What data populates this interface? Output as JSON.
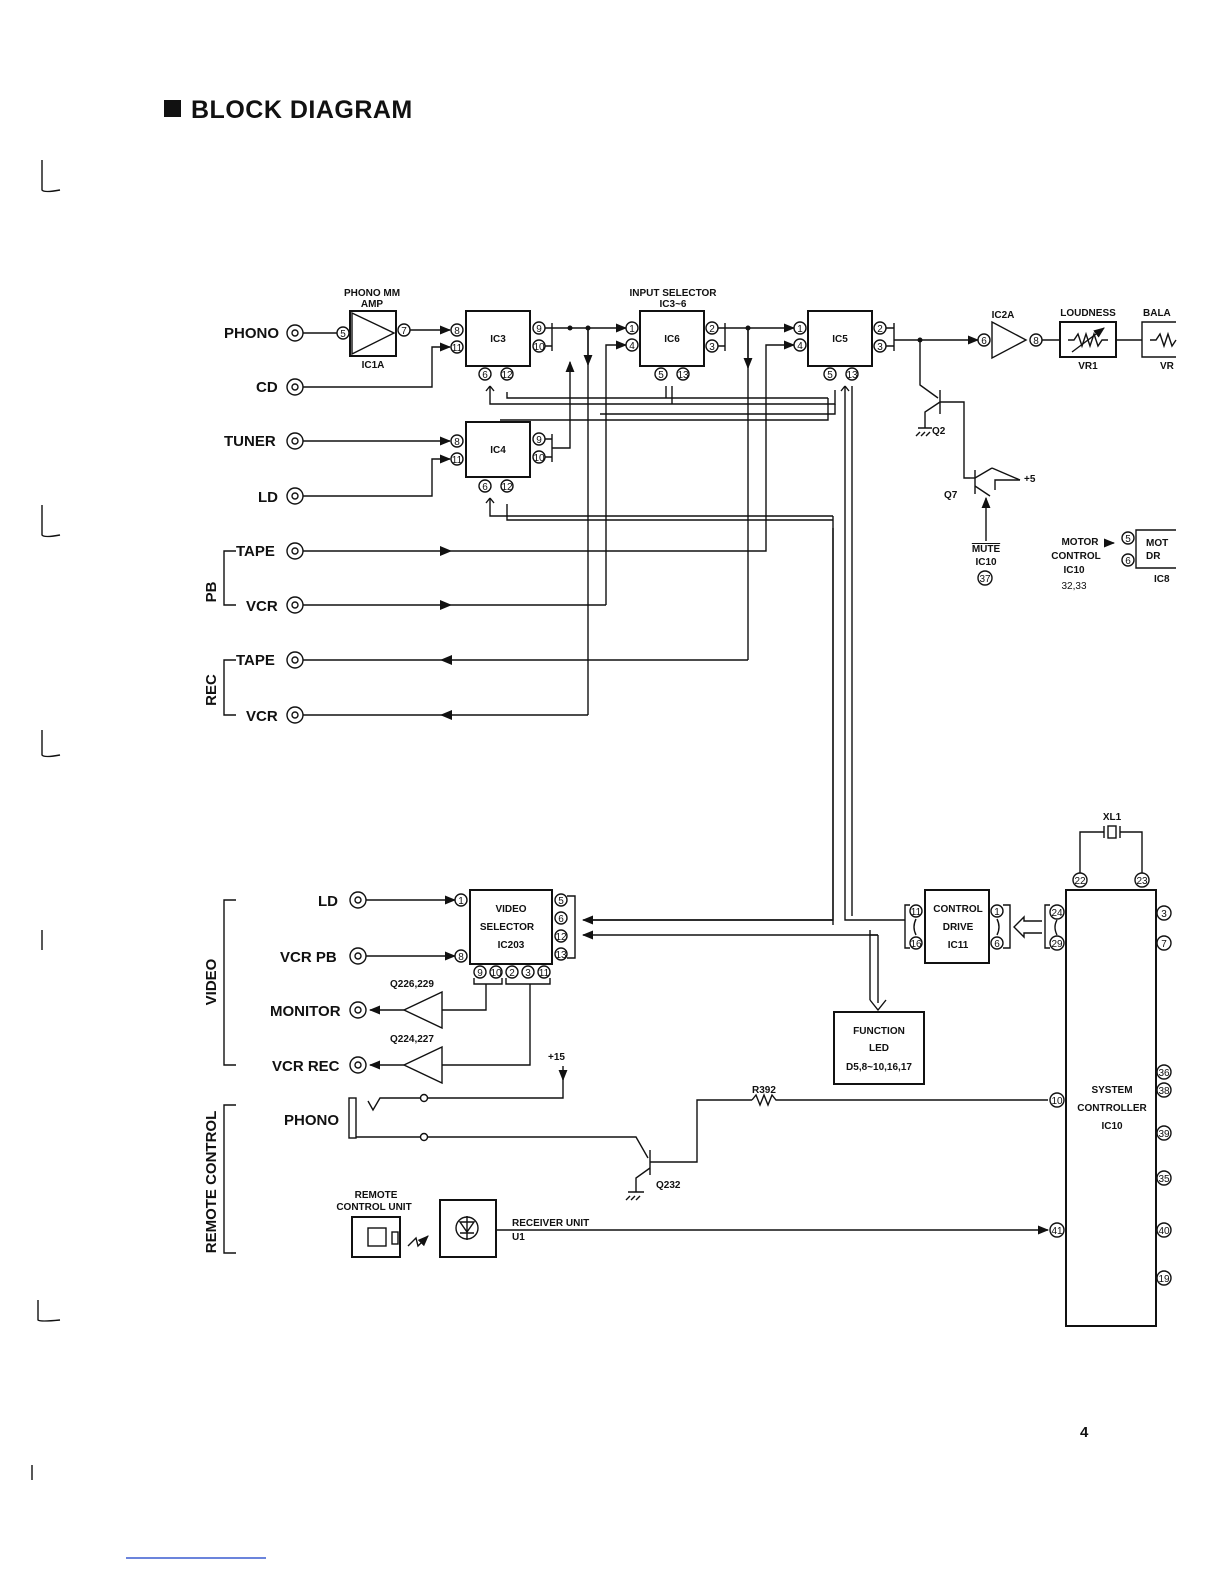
{
  "title": "BLOCK DIAGRAM",
  "page_number": "4",
  "inputs": {
    "phono": "PHONO",
    "cd": "CD",
    "tuner": "TUNER",
    "ld": "LD",
    "pb_tape": "TAPE",
    "pb_vcr": "VCR",
    "rec_tape": "TAPE",
    "rec_vcr": "VCR",
    "pb_group": "PB",
    "rec_group": "REC"
  },
  "video": {
    "group": "VIDEO",
    "ld": "LD",
    "vcr_pb": "VCR PB",
    "monitor": "MONITOR",
    "vcr_rec": "VCR REC",
    "q226": "Q226,229",
    "q224": "Q224,227",
    "plus15": "+15"
  },
  "remote": {
    "group": "REMOTE CONTROL",
    "phono": "PHONO",
    "unit_line1": "REMOTE",
    "unit_line2": "CONTROL UNIT",
    "receiver": "RECEIVER UNIT",
    "u1": "U1",
    "q232": "Q232",
    "r392": "R392"
  },
  "blocks": {
    "phono_amp_line1": "PHONO MM",
    "phono_amp_line2": "AMP",
    "ic1a": "IC1A",
    "input_selector": "INPUT SELECTOR",
    "ic3_6": "IC3~6",
    "ic3": "IC3",
    "ic4": "IC4",
    "ic5": "IC5",
    "ic6": "IC6",
    "ic2a": "IC2A",
    "loudness": "LOUDNESS",
    "vr1": "VR1",
    "bala": "BALA",
    "vr": "VR",
    "q2": "Q2",
    "q7": "Q7",
    "plus5": "+5",
    "mute": "MUTE",
    "mute_ic": "IC10",
    "mute_pin": "37",
    "motor_line1": "MOTOR",
    "motor_line2": "CONTROL",
    "motor_ic": "IC10",
    "motor_pins": "32,33",
    "motor_dr1": "MOT",
    "motor_dr2": "DR",
    "ic8": "IC8",
    "video_sel_line1": "VIDEO",
    "video_sel_line2": "SELECTOR",
    "ic203": "IC203",
    "ctrl_line1": "CONTROL",
    "ctrl_line2": "DRIVE",
    "ic11": "IC11",
    "func_line1": "FUNCTION",
    "func_line2": "LED",
    "func_line3": "D5,8~10,16,17",
    "sys_line1": "SYSTEM",
    "sys_line2": "CONTROLLER",
    "ic10": "IC10",
    "xl1": "XL1"
  },
  "pins": {
    "ic1a_in": "5",
    "ic1a_out": "7",
    "ic3_in1": "8",
    "ic3_in2": "11",
    "ic3_out1": "9",
    "ic3_out2": "10",
    "ic3_c1": "6",
    "ic3_c2": "12",
    "ic4_in1": "8",
    "ic4_in2": "11",
    "ic4_out1": "9",
    "ic4_out2": "10",
    "ic4_c1": "6",
    "ic4_c2": "12",
    "ic6_in1": "1",
    "ic6_in2": "4",
    "ic6_out1": "2",
    "ic6_out2": "3",
    "ic6_c1": "5",
    "ic6_c2": "13",
    "ic5_in1": "1",
    "ic5_in2": "4",
    "ic5_out1": "2",
    "ic5_out2": "3",
    "ic5_c1": "5",
    "ic5_c2": "13",
    "ic2a_in": "6",
    "ic2a_out": "8",
    "motor_p1": "5",
    "motor_p2": "6",
    "vs_in1": "1",
    "vs_in2": "8",
    "vs_r1": "5",
    "vs_r2": "6",
    "vs_r3": "12",
    "vs_r4": "13",
    "vs_b1": "9",
    "vs_b2": "10",
    "vs_b3": "2",
    "vs_b4": "3",
    "vs_b5": "11",
    "cd_l1": "11",
    "cd_l2": "16",
    "cd_r1": "1",
    "cd_r2": "6",
    "sc_l1": "24",
    "sc_l2": "29",
    "sc_t1": "22",
    "sc_t2": "23",
    "sc_l3": "10",
    "sc_l4": "41",
    "sc_r1": "3",
    "sc_r2": "7",
    "sc_r3": "36",
    "sc_r4": "38",
    "sc_r5": "39",
    "sc_r6": "35",
    "sc_r7": "40",
    "sc_r8": "19"
  }
}
